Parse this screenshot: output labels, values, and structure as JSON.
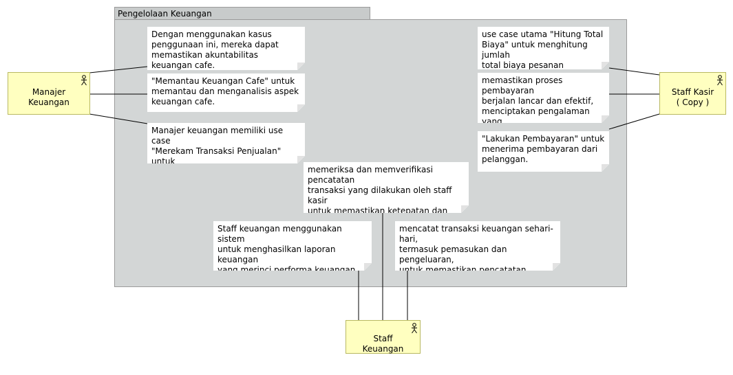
{
  "frame": {
    "title": "Pengelolaan Keuangan"
  },
  "actors": {
    "manajer": "Manajer\nKeuangan",
    "kasir": "Staff Kasir\n( Copy )",
    "staff": "Staff\nKeuangan"
  },
  "notes": {
    "n1": "Dengan menggunakan kasus\npenggunaan ini, mereka dapat\nmemastikan akuntabilitas keuangan cafe.",
    "n2": " \"Memantau Keuangan Cafe\" untuk\nmemantau dan menganalisis aspek\nkeuangan cafe.",
    "n3": "Manajer keuangan memiliki use case\n\"Merekam Transaksi Penjualan\" untuk\nmencatat transaksi penjualan harian",
    "n4": "use case utama \"Hitung Total\nBiaya\" untuk menghitung jumlah\ntotal biaya pesanan pelanggan",
    "n5": "memastikan proses pembayaran\nberjalan lancar dan efektif,\nmenciptakan pengalaman yang\npositif bagi pelanggan.",
    "n6": " \"Lakukan Pembayaran\" untuk\nmenerima pembayaran dari\npelanggan.",
    "n7": "memeriksa dan memverifikasi pencatatan\ntransaksi yang dilakukan oleh staff kasir\nuntuk memastikan ketepatan dan\nkeakuratan data keuangan.",
    "n8": "Staff keuangan menggunakan sistem\nuntuk menghasilkan laporan keuangan\nyang merinci performa keuangan cafe,\ntermasuk pendapatan, biaya, dan laba",
    "n9": "mencatat transaksi keuangan sehari-hari,\ntermasuk pemasukan dan pengeluaran,\nuntuk memastikan pencatatan keuangan\nyang akurat dan terorganisir."
  }
}
